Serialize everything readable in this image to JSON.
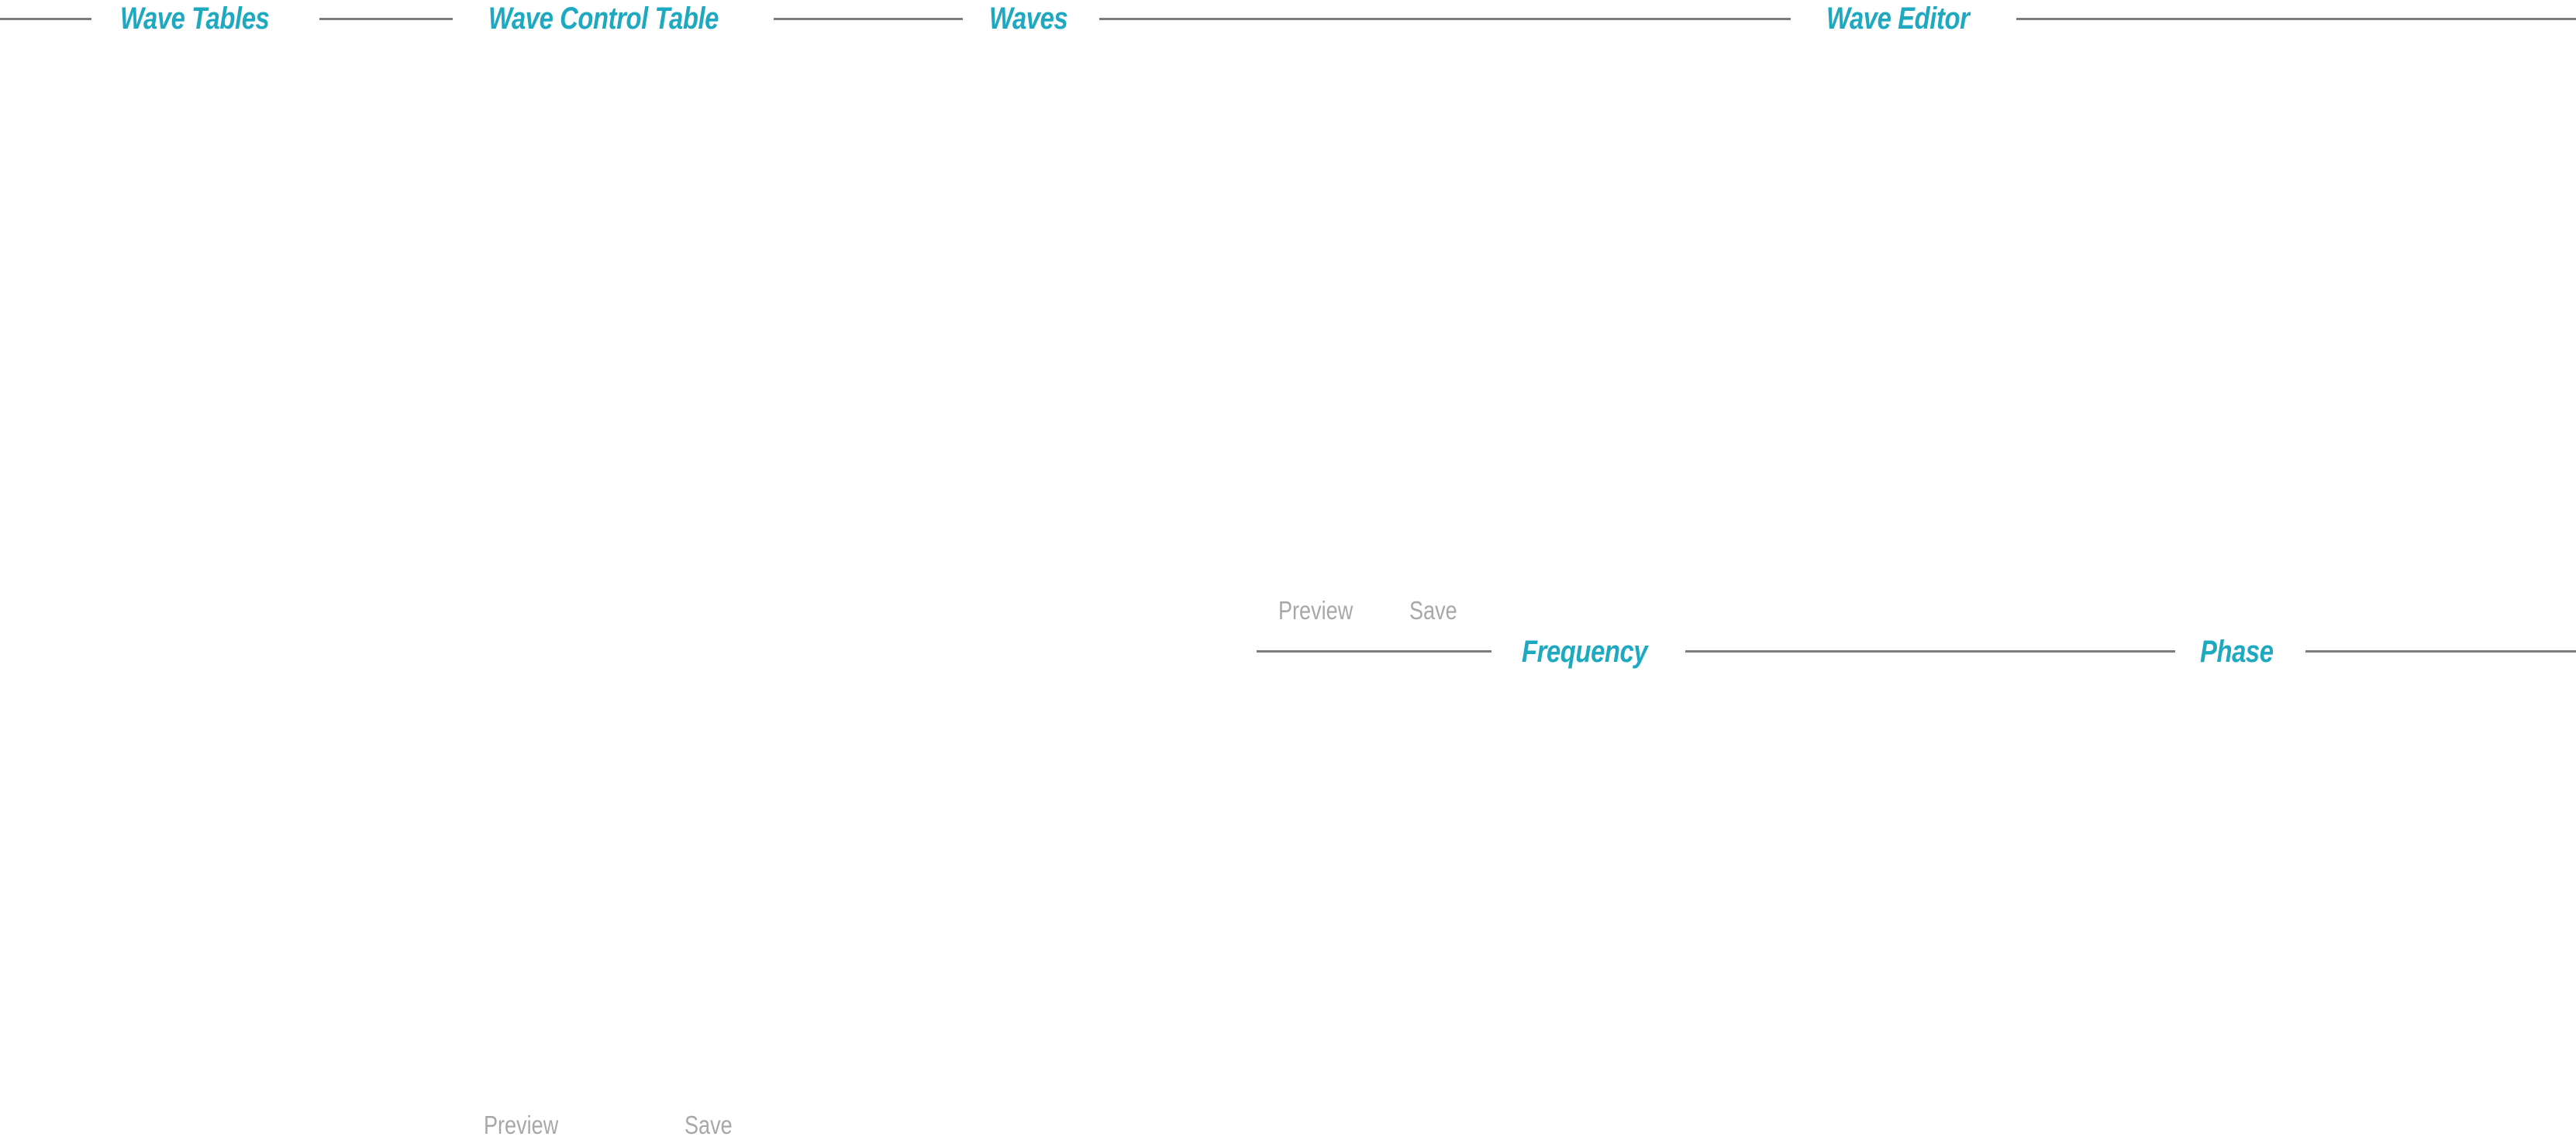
{
  "top_bar": {
    "wave_tables_title": "Wave Tables",
    "wave_control_table_title": "Wave Control Table",
    "waves_title": "Waves",
    "wave_editor_title": "Wave Editor"
  },
  "wave_editor": {
    "preview_label": "Preview",
    "save_label": "Save"
  },
  "lower_bar": {
    "frequency_title": "Frequency",
    "phase_title": "Phase"
  },
  "wave_control_table": {
    "preview_label": "Preview",
    "save_label": "Save"
  },
  "colors": {
    "accent": "#1fa9c1",
    "rule": "#7d7d7d",
    "button_text": "#a8a8a8",
    "background": "#ffffff"
  }
}
